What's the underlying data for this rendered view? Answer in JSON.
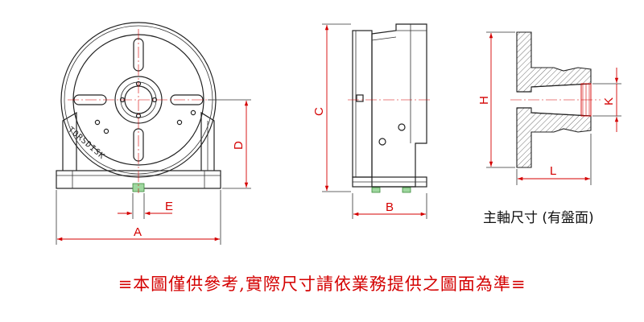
{
  "labels": {
    "A": "A",
    "B": "B",
    "C": "C",
    "D": "D",
    "E": "E",
    "H": "H",
    "K": "K",
    "L": "L"
  },
  "brand_text": "TORSDISK",
  "caption": "主軸尺寸 (有盤面)",
  "note": "≡本圖僅供參考,實際尺寸請依業務提供之圖面為準≡",
  "colors": {
    "dimension": "#d40000",
    "outline": "#222222",
    "accent": "#9fd79f"
  }
}
